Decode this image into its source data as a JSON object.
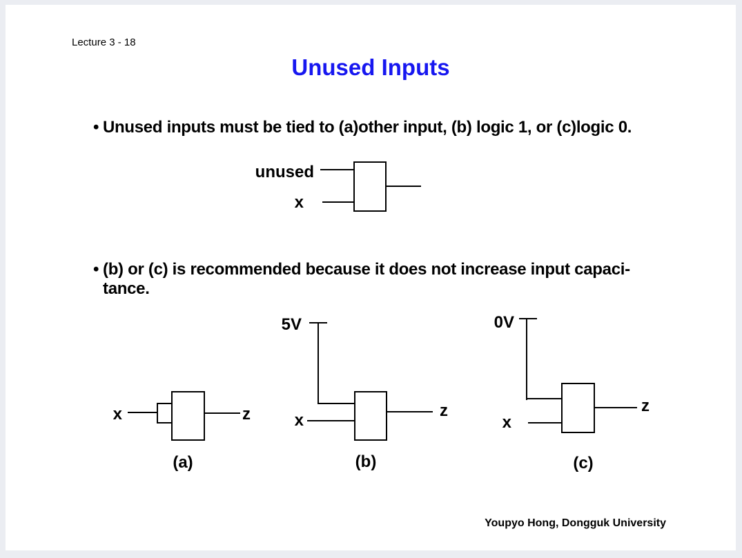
{
  "page": {
    "lecture_label": "Lecture 3 - 18",
    "title": "Unused Inputs",
    "footer": "Youpyo Hong, Dongguk University"
  },
  "bullets": {
    "marker": "•",
    "first": "Unused inputs must be tied to (a)other input, (b) logic 1, or (c)logic 0.",
    "second_line1": "(b) or (c) is recommended because it does not increase input capaci-",
    "second_line2": "tance."
  },
  "diagrams": {
    "unused_gate": {
      "input1": "unused",
      "input2": "x"
    },
    "a": {
      "input": "x",
      "output": "z",
      "caption": "(a)"
    },
    "b": {
      "supply": "5V",
      "input": "x",
      "output": "z",
      "caption": "(b)"
    },
    "c": {
      "supply": "0V",
      "input": "x",
      "output": "z",
      "caption": "(c)"
    }
  },
  "colors": {
    "accent": "#1717f0",
    "ink": "#000000",
    "paper": "#ffffff",
    "backdrop": "#ebedf2"
  }
}
